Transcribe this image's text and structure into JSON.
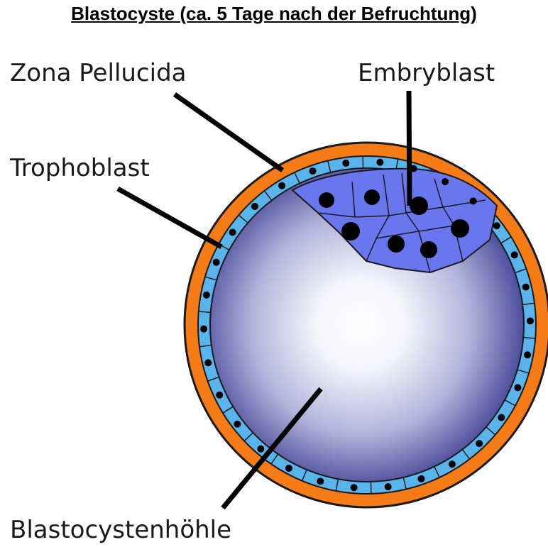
{
  "title": "Blastocyste (ca. 5 Tage nach der Befruchtung)",
  "labels": {
    "zona_pellucida": "Zona Pellucida",
    "embryoblast": "Embryblast",
    "trophoblast": "Trophoblast",
    "cavity": "Blastocystenhöhle"
  },
  "colors": {
    "zona": "#f47b16",
    "trophoblast_cell": "#5ab4ec",
    "embryoblast_cell": "#6a76ee",
    "cavity_edge": "#2e2f8a",
    "cavity_center": "#ffffff",
    "nucleus": "#000000"
  }
}
